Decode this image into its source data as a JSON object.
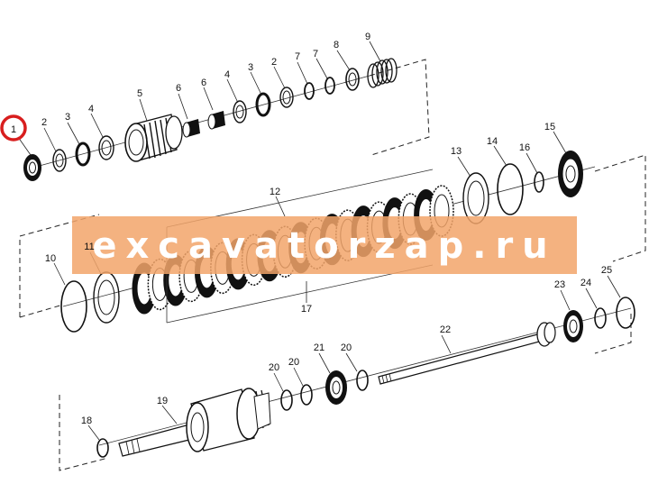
{
  "diagram": {
    "type": "exploded-parts-diagram",
    "highlighted_part": "1",
    "highlight_color": "#d81e1e",
    "watermark": {
      "text": "excavatorzap.ru",
      "band_color": "#f2a46a",
      "text_color": "#ffffff"
    },
    "parts": [
      {
        "id": "p1",
        "label": "1"
      },
      {
        "id": "p2",
        "label": "2"
      },
      {
        "id": "p3",
        "label": "3"
      },
      {
        "id": "p4",
        "label": "4"
      },
      {
        "id": "p5",
        "label": "5"
      },
      {
        "id": "p6",
        "label": "6"
      },
      {
        "id": "p6b",
        "label": "6"
      },
      {
        "id": "p4b",
        "label": "4"
      },
      {
        "id": "p3b",
        "label": "3"
      },
      {
        "id": "p2b",
        "label": "2"
      },
      {
        "id": "p7",
        "label": "7"
      },
      {
        "id": "p7b",
        "label": "7"
      },
      {
        "id": "p8",
        "label": "8"
      },
      {
        "id": "p9",
        "label": "9"
      },
      {
        "id": "p10",
        "label": "10"
      },
      {
        "id": "p11",
        "label": "11"
      },
      {
        "id": "p12",
        "label": "12"
      },
      {
        "id": "p13",
        "label": "13"
      },
      {
        "id": "p14",
        "label": "14"
      },
      {
        "id": "p15",
        "label": "15"
      },
      {
        "id": "p16",
        "label": "16"
      },
      {
        "id": "p17",
        "label": "17"
      },
      {
        "id": "p18",
        "label": "18"
      },
      {
        "id": "p19",
        "label": "19"
      },
      {
        "id": "p20a",
        "label": "20"
      },
      {
        "id": "p20b",
        "label": "20"
      },
      {
        "id": "p20c",
        "label": "20"
      },
      {
        "id": "p21",
        "label": "21"
      },
      {
        "id": "p22",
        "label": "22"
      },
      {
        "id": "p23",
        "label": "23"
      },
      {
        "id": "p24",
        "label": "24"
      },
      {
        "id": "p25",
        "label": "25"
      }
    ]
  }
}
